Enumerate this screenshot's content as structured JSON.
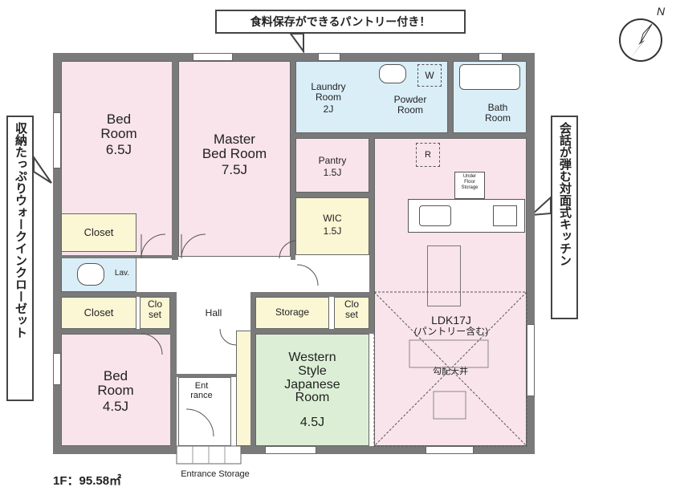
{
  "callouts": {
    "top": "食料保存ができるパントリー付き！",
    "left": "収納たっぷりウォークインクローゼット",
    "right": "会話が弾む対面式キッチン"
  },
  "rooms": {
    "bed1": {
      "name": "Bed\nRoom",
      "size": "6.5J"
    },
    "master": {
      "name": "Master\nBed Room",
      "size": "7.5J"
    },
    "laundry": {
      "name": "Laundry\nRoom",
      "size": "2J"
    },
    "powder": {
      "name": "Powder\nRoom"
    },
    "washer_mark": "W",
    "bath": {
      "name": "Bath\nRoom"
    },
    "pantry": {
      "name": "Pantry",
      "size": "1.5J"
    },
    "wic": {
      "name": "WIC",
      "size": "1.5J"
    },
    "closet1": "Closet",
    "closet2": "Closet",
    "closet3": "Clo\nset",
    "closet4": "Clo\nset",
    "lav": "Lav.",
    "hall": "Hall",
    "storage": "Storage",
    "bed2": {
      "name": "Bed\nRoom",
      "size": "4.5J"
    },
    "entrance": "Ent\nrance",
    "western": {
      "name": "Western\nStyle\nJapanese\nRoom",
      "size": "4.5J"
    },
    "ldk": {
      "name": "LDK17J",
      "note": "(パントリー含む)",
      "ceiling": "勾配天井"
    },
    "under_floor": "Under\nFloor\nStorage",
    "fridge_mark": "R",
    "entrance_storage": "Entrance Storage"
  },
  "floor_area": "1F：95.58㎡",
  "compass": "N"
}
